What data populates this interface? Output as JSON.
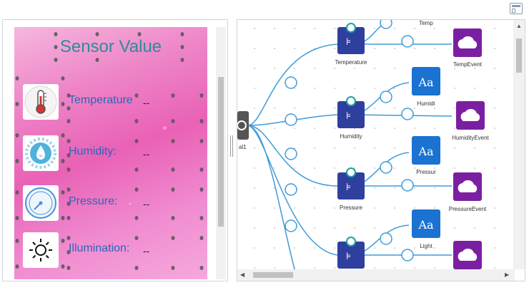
{
  "sensor_panel": {
    "title": "Sensor Value",
    "rows": [
      {
        "label": "Temperature",
        "value": "--",
        "icon": "thermometer-icon"
      },
      {
        "label": "Humidity:",
        "value": "--",
        "icon": "humidity-drop-icon"
      },
      {
        "label": "Pressure:",
        "value": "--",
        "icon": "pressure-gauge-icon"
      },
      {
        "label": "Illumination:",
        "value": "--",
        "icon": "sun-icon"
      }
    ]
  },
  "flow": {
    "source_label": "al1",
    "nodes": [
      {
        "name": "Temperature",
        "text_label": "Temp",
        "event": "TempEvent"
      },
      {
        "name": "Humidity",
        "text_label": "Humidi",
        "event": "HumidityEvent"
      },
      {
        "name": "Pressure",
        "text_label": "Pressur",
        "event": "PressureEvent"
      },
      {
        "name": "",
        "text_label": "Light",
        "event": ""
      }
    ]
  },
  "colors": {
    "accent_blue": "#3f9bd9",
    "ble_node": "#2f3f9e",
    "text_node": "#1a73d1",
    "event_node": "#7b1fa2",
    "title_teal": "#2e8b9a",
    "label_blue": "#2a66b8"
  }
}
